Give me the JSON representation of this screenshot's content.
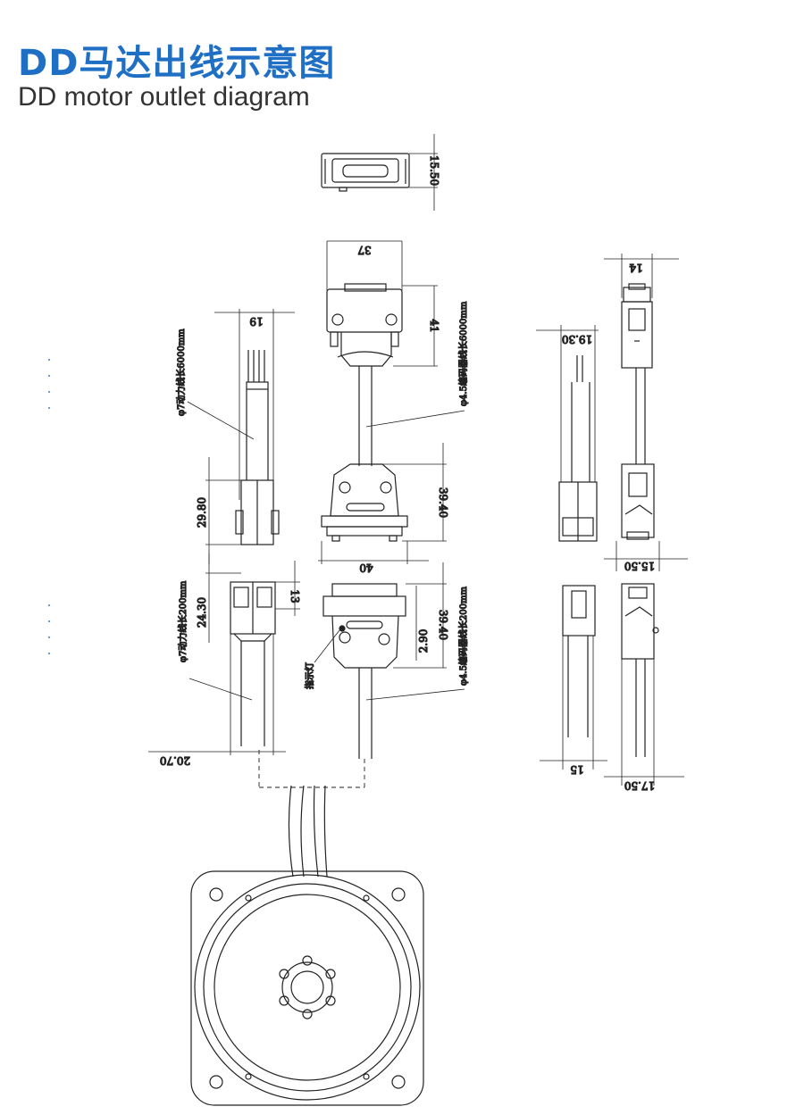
{
  "header": {
    "title_cn": "DD马达出线示意图",
    "title_en": "DD motor outlet diagram"
  },
  "colors": {
    "title_blue": "#1f6fc4",
    "line": "#222222"
  },
  "dimensions": {
    "d_15_50a": "15.50",
    "d_37": "37",
    "d_14": "14",
    "d_19": "19",
    "d_19_30": "19.30",
    "d_41": "41",
    "d_29_80": "29.80",
    "d_39_40a": "39.40",
    "d_40": "40",
    "d_15_50b": "15.50",
    "d_24_30": "24.30",
    "d_13": "13",
    "d_2_90": "2.90",
    "d_39_40b": "39.40",
    "d_20_70": "20.70",
    "d_15": "15",
    "d_17_50": "17.50"
  },
  "annotations": {
    "power_6000": "φ7动力线长6000mm",
    "encoder_6000": "φ4.5编码器线长6000mm",
    "power_200": "φ7动力线长200mm",
    "encoder_200": "φ4.5编码器线长200mm",
    "indicator": "指示灯"
  }
}
